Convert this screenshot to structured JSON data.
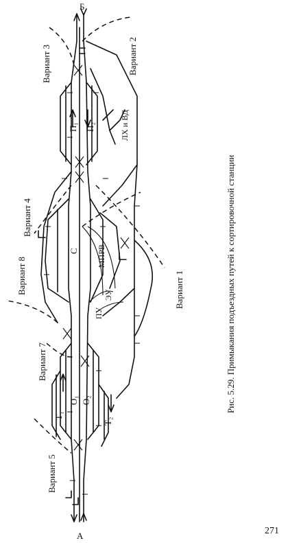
{
  "endpoints": {
    "top": "Б",
    "bottom": "А"
  },
  "variants": {
    "v1": "Вариант 1",
    "v2": "Вариант 2",
    "v3": "Вариант 3",
    "v4": "Вариант 4",
    "v5": "Вариант 5",
    "v7": "Вариант 7",
    "v8": "Вариант 8"
  },
  "yards": {
    "p1": "П₁",
    "p2": "П₂",
    "lh": "ЛХ и ВД",
    "s": "С",
    "mprv": "МПРВ",
    "pu": "ПУ",
    "eu": "ЭУ",
    "o1": "О₁",
    "o2": "О₂",
    "t1": "Т₁",
    "t2": "Т₂"
  },
  "caption": "Рис. 5.29. Примыкания подъездных путей к сортировочной станции",
  "page_number": "271"
}
